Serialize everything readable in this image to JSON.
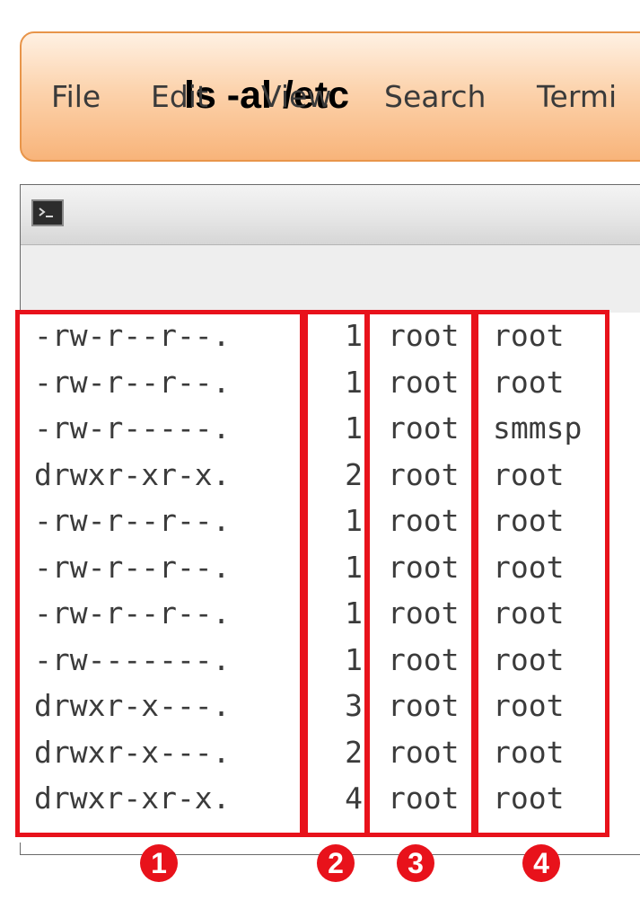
{
  "banner": {
    "title": "ls -al /etc"
  },
  "terminal": {
    "icon": "terminal-icon",
    "menu": [
      "File",
      "Edit",
      "View",
      "Search",
      "Termi"
    ]
  },
  "listing": {
    "rows": [
      {
        "perm": "-rw-r--r--.",
        "links": "1",
        "owner": "root",
        "group": "root"
      },
      {
        "perm": "-rw-r--r--.",
        "links": "1",
        "owner": "root",
        "group": "root"
      },
      {
        "perm": "-rw-r-----.",
        "links": "1",
        "owner": "root",
        "group": "smmsp"
      },
      {
        "perm": "drwxr-xr-x.",
        "links": "2",
        "owner": "root",
        "group": "root"
      },
      {
        "perm": "-rw-r--r--.",
        "links": "1",
        "owner": "root",
        "group": "root"
      },
      {
        "perm": "-rw-r--r--.",
        "links": "1",
        "owner": "root",
        "group": "root"
      },
      {
        "perm": "-rw-r--r--.",
        "links": "1",
        "owner": "root",
        "group": "root"
      },
      {
        "perm": "-rw-------.",
        "links": "1",
        "owner": "root",
        "group": "root"
      },
      {
        "perm": "drwxr-x---.",
        "links": "3",
        "owner": "root",
        "group": "root"
      },
      {
        "perm": "drwxr-x---.",
        "links": "2",
        "owner": "root",
        "group": "root"
      },
      {
        "perm": "drwxr-xr-x.",
        "links": "4",
        "owner": "root",
        "group": "root"
      }
    ]
  },
  "badges": [
    "1",
    "2",
    "3",
    "4"
  ],
  "colors": {
    "highlight": "#e8121b",
    "banner_border": "#e8954a",
    "text": "#3b3b3b"
  }
}
